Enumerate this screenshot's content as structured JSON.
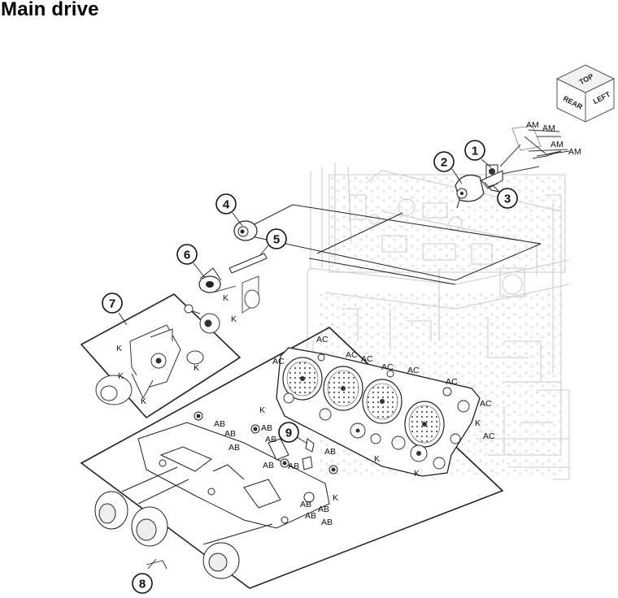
{
  "title": "Main drive",
  "orientation_cube": {
    "top": "TOP",
    "rear": "REAR",
    "left": "LEFT"
  },
  "callouts": [
    {
      "number": "1"
    },
    {
      "number": "2"
    },
    {
      "number": "3"
    },
    {
      "number": "4"
    },
    {
      "number": "5"
    },
    {
      "number": "6"
    },
    {
      "number": "7"
    },
    {
      "number": "8"
    },
    {
      "number": "9"
    }
  ],
  "fastener_labels": {
    "am": "AM",
    "ac": "AC",
    "ab": "AB",
    "k": "K"
  }
}
